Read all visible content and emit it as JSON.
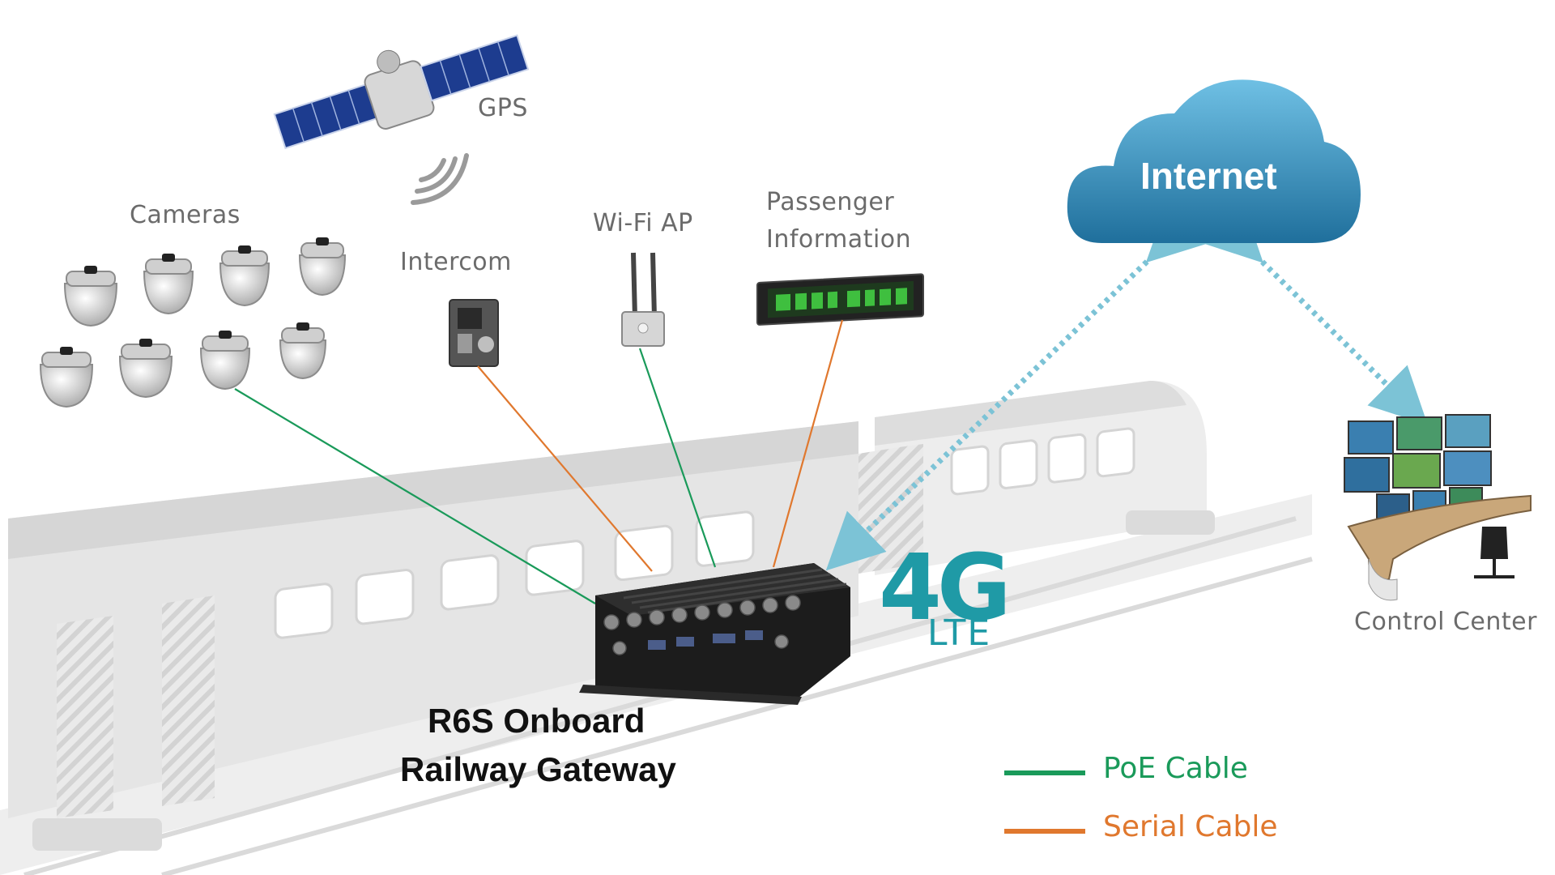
{
  "labels": {
    "gps": "GPS",
    "cameras": "Cameras",
    "intercom": "Intercom",
    "wifi_ap": "Wi-Fi AP",
    "passenger_line1": "Passenger",
    "passenger_line2": "Information",
    "internet": "Internet",
    "control_center": "Control Center",
    "gateway_line1": "R6S Onboard",
    "gateway_line2": "Railway Gateway",
    "net_4g": "4G",
    "net_lte": "LTE"
  },
  "legend": [
    {
      "label": "PoE Cable",
      "color": "#1a9a5a"
    },
    {
      "label": "Serial Cable",
      "color": "#e0782e"
    }
  ],
  "colors": {
    "poe": "#1a9a5a",
    "serial": "#e0782e",
    "wireless": "#7cc3d6",
    "cloud": "#2c8fb8",
    "accent_4g": "#1f9aa6"
  }
}
